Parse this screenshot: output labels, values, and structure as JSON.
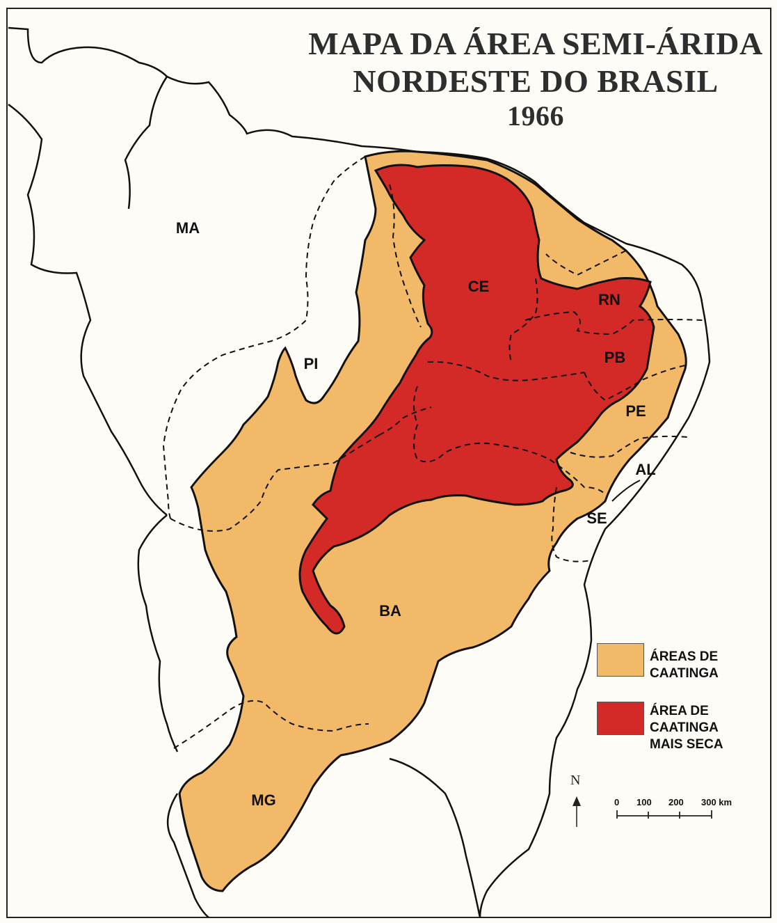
{
  "title": {
    "line1": "MAPA DA ÁREA SEMI-ÁRIDA",
    "line2": "NORDESTE DO BRASIL",
    "line3": "1966"
  },
  "states": {
    "ma": "MA",
    "pi": "PI",
    "ce": "CE",
    "rn": "RN",
    "pb": "PB",
    "pe": "PE",
    "al": "AL",
    "se": "SE",
    "ba": "BA",
    "mg": "MG"
  },
  "legend": {
    "caatinga": {
      "label": "ÁREAS DE\nCAATINGA",
      "color": "#f2b968"
    },
    "dry": {
      "label": "ÁREA DE\nCAATINGA\nMAIS SECA",
      "color": "#d32a27"
    }
  },
  "north": "N",
  "scale": {
    "ticks": [
      "0",
      "100",
      "200",
      "300 km"
    ]
  },
  "colors": {
    "outline": "#111111",
    "background": "#fdfcf6"
  }
}
